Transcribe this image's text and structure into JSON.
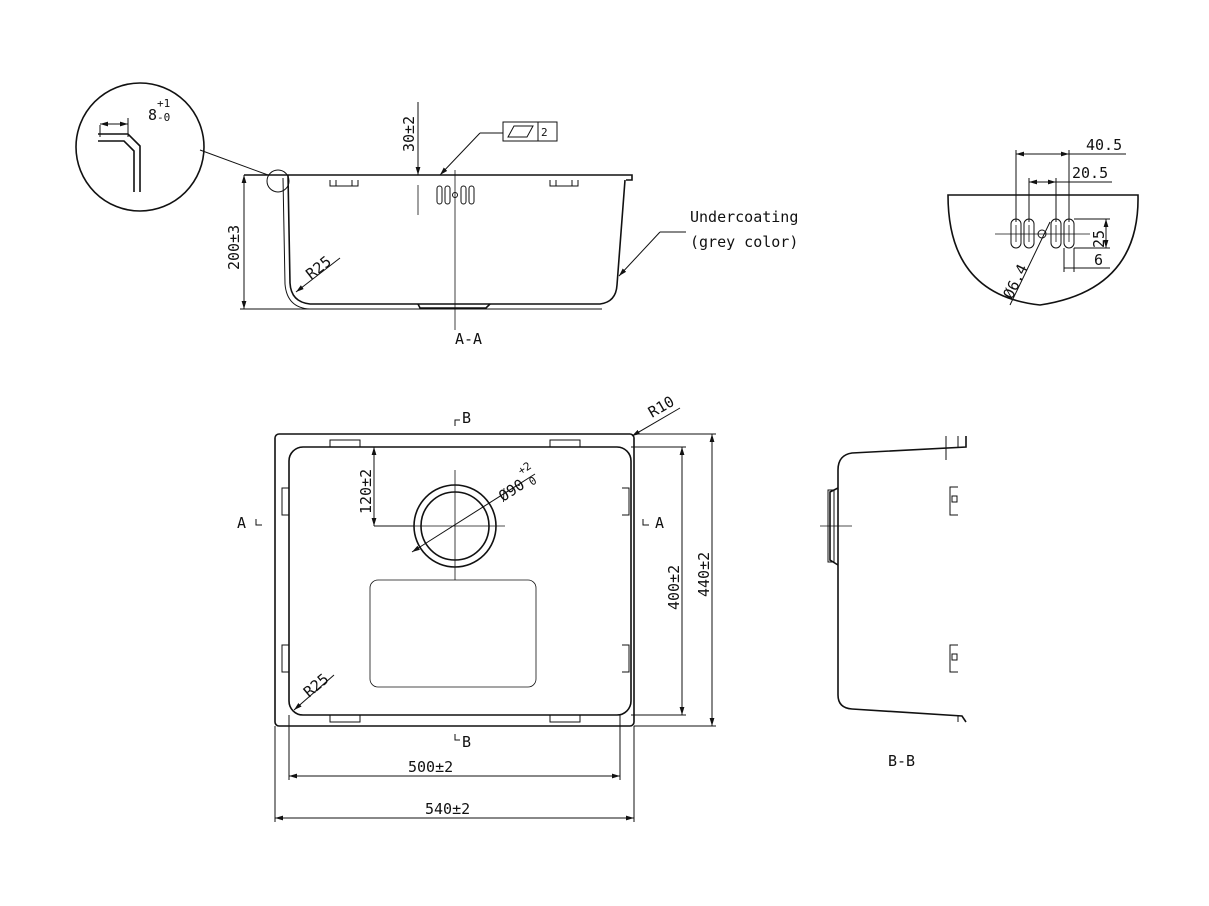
{
  "section_aa": {
    "label": "A-A",
    "dim_height": "200±3",
    "dim_depth_top": "30±2",
    "radius": "R25",
    "flatness_symbol_value": "2",
    "note_line1": "Undercoating",
    "note_line2": "(grey color)"
  },
  "detail": {
    "dim_base": "8",
    "dim_tol_upper": "+1",
    "dim_tol_lower": "-0"
  },
  "overflow_detail": {
    "dim_outer": "40.5",
    "dim_inner": "20.5",
    "dim_slot_height": "25",
    "dim_slot_width": "6",
    "dim_hole": "Ø6.4"
  },
  "plan": {
    "marker_b_top": "B",
    "marker_b_bottom": "B",
    "marker_a_left": "A",
    "marker_a_right": "A",
    "radius_corner": "R10",
    "radius_inner": "R25",
    "dim_drain_offset": "120±2",
    "dim_drain_dia": "Ø90",
    "dim_drain_tol_upper": "+2",
    "dim_drain_tol_lower": "0",
    "dim_inner_height": "400±2",
    "dim_outer_height": "440±2",
    "dim_inner_width": "500±2",
    "dim_outer_width": "540±2"
  },
  "section_bb": {
    "label": "B-B"
  }
}
